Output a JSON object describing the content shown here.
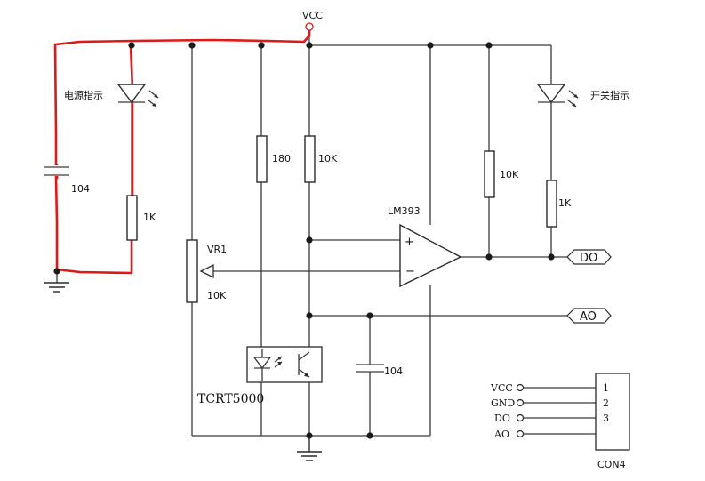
{
  "labels": {
    "vcc": "VCC",
    "power_indicator": "电源指示",
    "switch_indicator": "开关指示",
    "c1_value": "104",
    "r_power_led": "1K",
    "r_ir_led": "180",
    "r_pullup_10k": "10K",
    "vr1": "VR1",
    "vr1_value": "10K",
    "comparator": "LM393",
    "plus": "+",
    "minus": "−",
    "r_out_10k": "10K",
    "r_out_led": "1K",
    "do_label": "DO",
    "ao_label": "AO",
    "c2_value": "104",
    "sensor": "TCRT5000",
    "connector": "CON4"
  },
  "connector_pins": [
    {
      "name": "VCC",
      "num": "1"
    },
    {
      "name": "GND",
      "num": "2"
    },
    {
      "name": "DO",
      "num": "3"
    },
    {
      "name": "AO",
      "num": ""
    }
  ],
  "colors": {
    "highlight": "#e01818",
    "wire": "#3a3a3a"
  }
}
